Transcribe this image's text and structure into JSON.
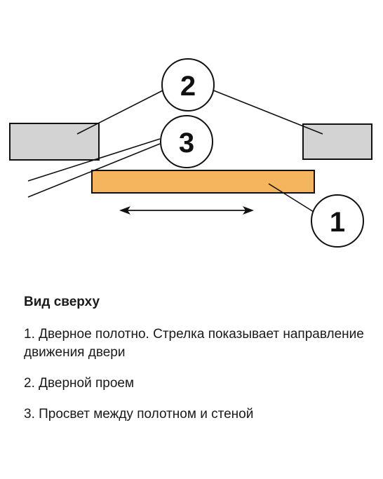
{
  "diagram": {
    "callouts": [
      {
        "number": "1"
      },
      {
        "number": "2"
      },
      {
        "number": "3"
      }
    ],
    "colors": {
      "wall": "#d3d3d3",
      "door": "#f5b45e",
      "stroke": "#111111"
    }
  },
  "legend": {
    "title": "Вид сверху",
    "items": [
      {
        "text": "1. Дверное полотно. Стрелка показывает направление движения двери"
      },
      {
        "text": "2. Дверной проем"
      },
      {
        "text": "3. Просвет между полотном и стеной"
      }
    ]
  }
}
